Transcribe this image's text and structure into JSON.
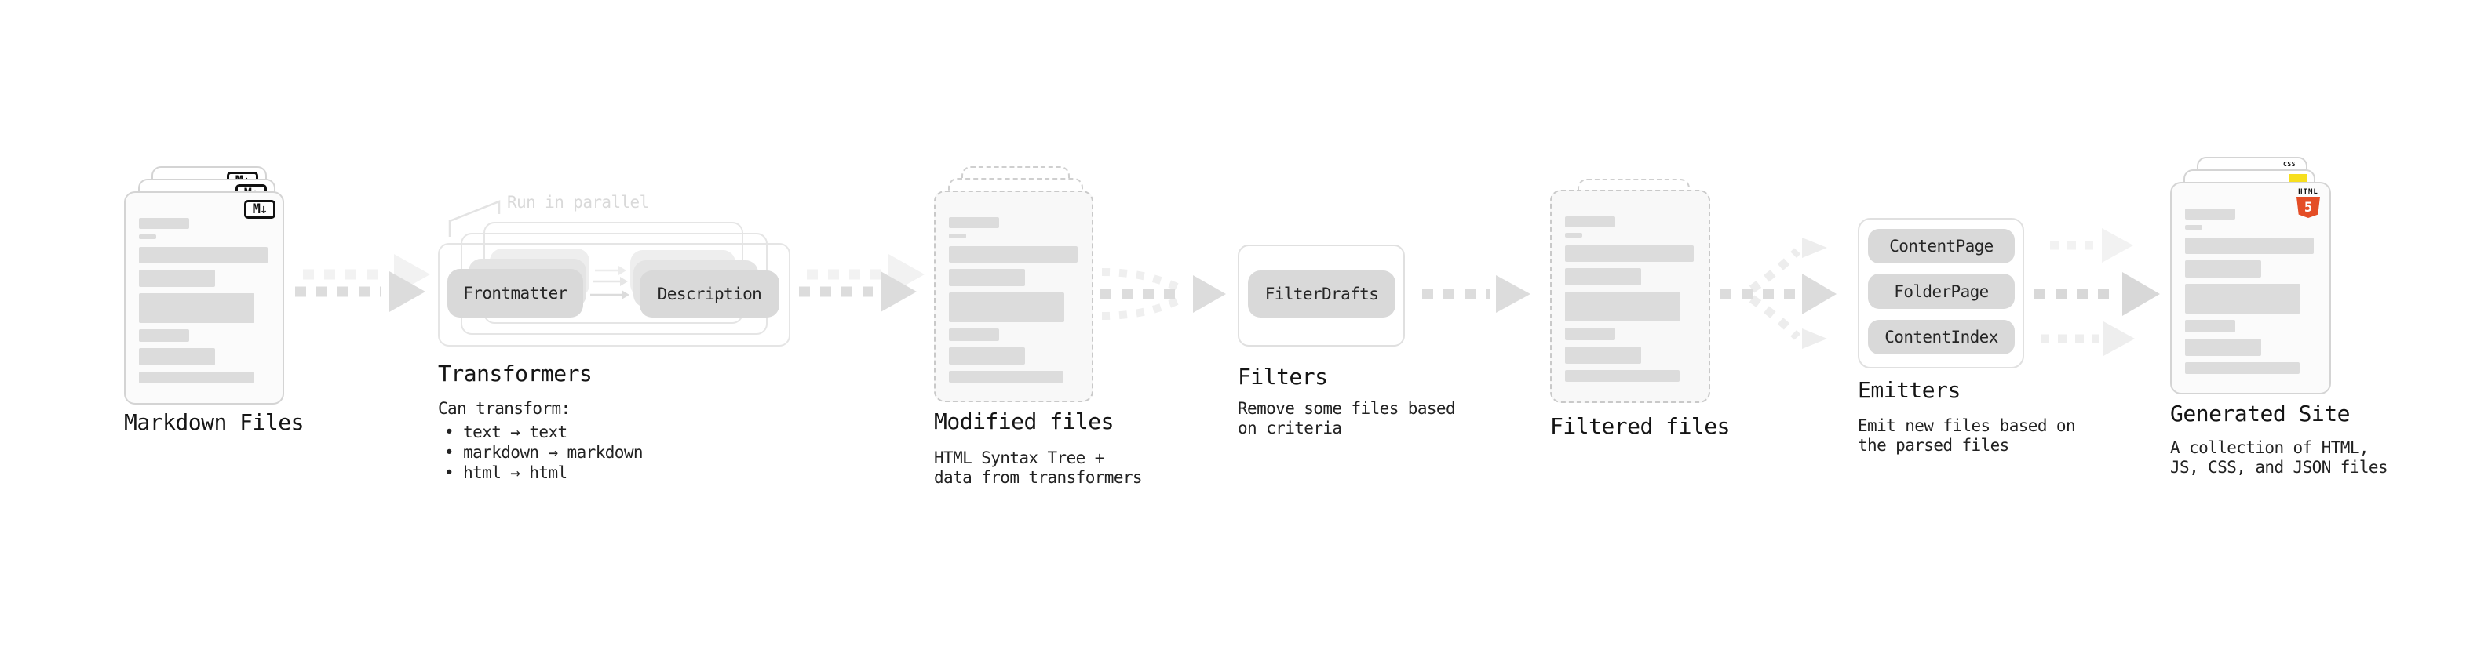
{
  "stages": {
    "markdown": {
      "title": "Markdown Files",
      "badge": "M↓"
    },
    "transformers": {
      "title": "Transformers",
      "annotation": "Run in parallel",
      "input_box": "Frontmatter",
      "output_box": "Description",
      "desc_heading": "Can transform:",
      "bullets": [
        "• text → text",
        "• markdown → markdown",
        "• html → html"
      ]
    },
    "modified": {
      "title": "Modified files",
      "subtitle1": "HTML Syntax Tree +",
      "subtitle2": "data from transformers"
    },
    "filters": {
      "title": "Filters",
      "box": "FilterDrafts",
      "subtitle1": "Remove some files based",
      "subtitle2": "on criteria"
    },
    "filtered": {
      "title": "Filtered files"
    },
    "emitters": {
      "title": "Emitters",
      "box1": "ContentPage",
      "box2": "FolderPage",
      "box3": "ContentIndex",
      "subtitle1": "Emit new files based on",
      "subtitle2": "the parsed files"
    },
    "generated": {
      "title": "Generated Site",
      "subtitle1": "A collection of HTML,",
      "subtitle2": "JS, CSS, and JSON files",
      "html5_label": "HTML",
      "html5_digit": "5",
      "css_label": "CSS"
    }
  },
  "colors": {
    "node_gray": "#d9d9d9",
    "arrow_gray": "#dcdcdc",
    "arrow_ghost": "#f2f2f2",
    "html5_orange": "#e44d26",
    "js_yellow": "#f7df1e",
    "css_blue": "#2965f1"
  }
}
